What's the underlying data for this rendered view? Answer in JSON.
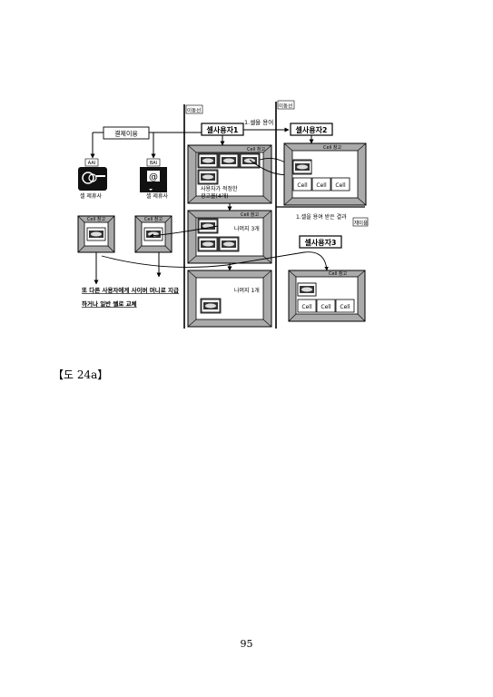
{
  "diagram": {
    "stage_labels": {
      "move1": "이동선",
      "move2": "이동선",
      "reuse": "재이용"
    },
    "step_use": "1.셀을 용어",
    "settlement": "결제이용",
    "company_a": {
      "badge": "AAI",
      "caption": "셀 제휴사"
    },
    "company_b": {
      "badge": "BAI",
      "caption": "셀 제휴사"
    },
    "cell_window": "Cell 창고",
    "cell_window_ab": "Cell 창고",
    "cell_user1": "셀사용자1",
    "cell_user2": "셀사용자2",
    "cell_user3": "셀사용자3",
    "fit_ads": "사용자가  적정한\n광고물(4개)",
    "remain3": "나머지 3개",
    "remain1": "나머지 1개",
    "result": "1.셀을 용여 받은 결과",
    "cell": "Cell",
    "note": "또 다른 사용자에게 사이버 머니로 지급\n하거나 일반 쎌로 교체",
    "logo_text": "@"
  },
  "caption": "【도 24a】",
  "page_number": "95"
}
